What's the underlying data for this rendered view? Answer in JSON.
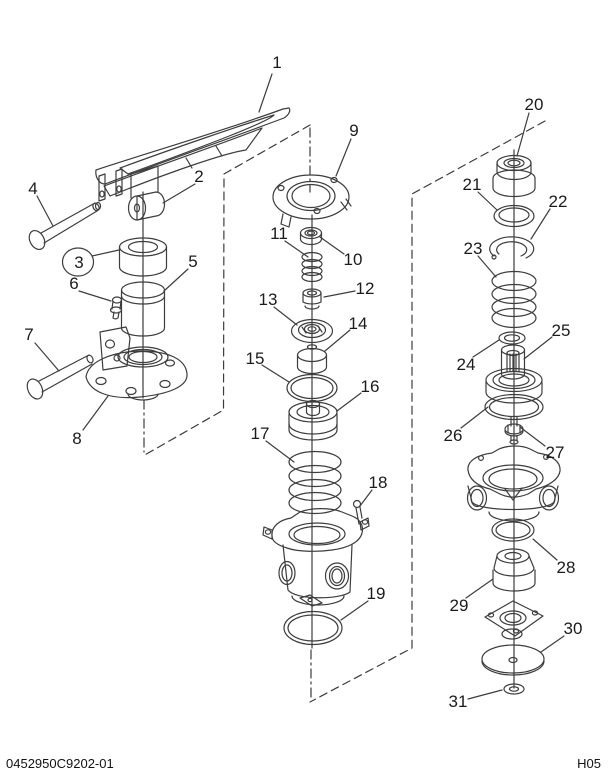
{
  "diagram": {
    "callouts": [
      "1",
      "2",
      "3",
      "4",
      "5",
      "6",
      "7",
      "8",
      "9",
      "10",
      "11",
      "12",
      "13",
      "14",
      "15",
      "16",
      "17",
      "18",
      "19",
      "20",
      "21",
      "22",
      "23",
      "24",
      "25",
      "26",
      "27",
      "28",
      "29",
      "30",
      "31"
    ],
    "highlighted_callout": "3",
    "highlight_color": "#2ca13e"
  },
  "footer": {
    "document_code": "0452950C9202-01",
    "page_code": "H05"
  }
}
